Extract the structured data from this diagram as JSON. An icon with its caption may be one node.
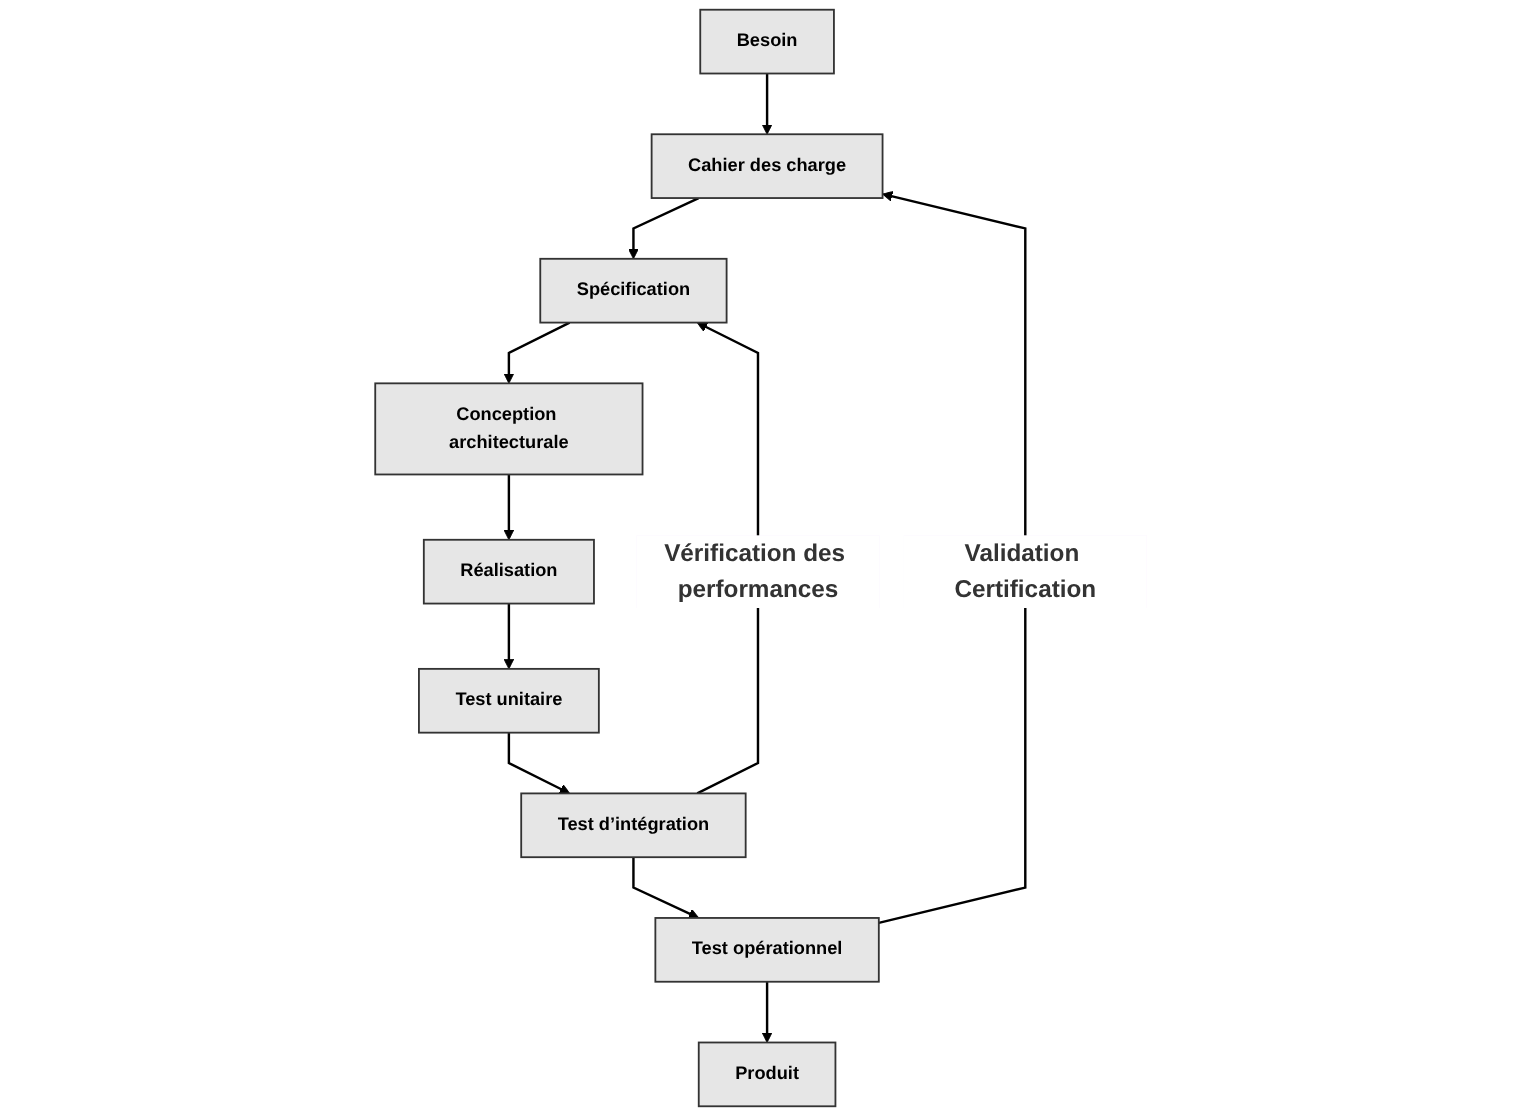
{
  "diagram": {
    "nodes": [
      {
        "text": [
          "Besoin"
        ]
      },
      {
        "text": [
          "Produit"
        ]
      },
      {
        "text": [
          "Cahier des charge"
        ]
      },
      {
        "text": [
          "Test opérationnel"
        ]
      },
      {
        "text": [
          "Spécification"
        ]
      },
      {
        "text": [
          "Test d’intégration"
        ]
      },
      {
        "text": [
          "Conception architecturale"
        ]
      },
      {
        "text": [
          "Test unitaire"
        ]
      },
      {
        "text": [
          "Réalisation"
        ]
      }
    ],
    "edges": [
      {
        "from": 0,
        "to": 2,
        "arrow": "to"
      },
      {
        "from": 2,
        "to": 4,
        "arrow": "to"
      },
      {
        "from": 4,
        "to": 6,
        "arrow": "to"
      },
      {
        "from": 6,
        "to": 8,
        "arrow": "to"
      },
      {
        "from": 8,
        "to": 7,
        "arrow": "to"
      },
      {
        "from": 7,
        "to": 5,
        "arrow": "to"
      },
      {
        "from": 5,
        "to": 3,
        "arrow": "to"
      },
      {
        "from": 3,
        "to": 1,
        "arrow": "to"
      },
      {
        "from": 3,
        "to": 2,
        "arrow": "to",
        "label": "Validation Certification"
      },
      {
        "from": 5,
        "to": 4,
        "arrow": "to",
        "label": "Vérification des performances"
      }
    ]
  }
}
